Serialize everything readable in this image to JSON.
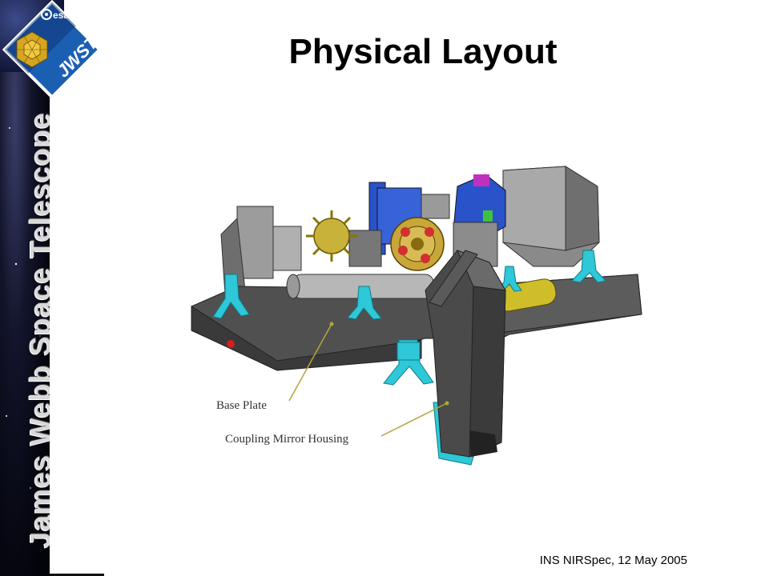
{
  "slide": {
    "title": "Physical Layout",
    "footer": "INS NIRSpec, 12 May 2005"
  },
  "banner": {
    "text": "James Webb Space Telescope"
  },
  "logo": {
    "agency": "esa",
    "mission": "JWST"
  },
  "figure": {
    "labels": {
      "base_plate": "Base Plate",
      "coupling_mirror_housing": "Coupling Mirror Housing"
    }
  },
  "colors": {
    "banner_bg": "#05060f",
    "logo_blue": "#1b5fb3",
    "plate_gray": "#4a4a4a",
    "mount_cyan": "#2ec8d8",
    "gold": "#c9b23a",
    "blue_struct": "#2a53c9"
  }
}
